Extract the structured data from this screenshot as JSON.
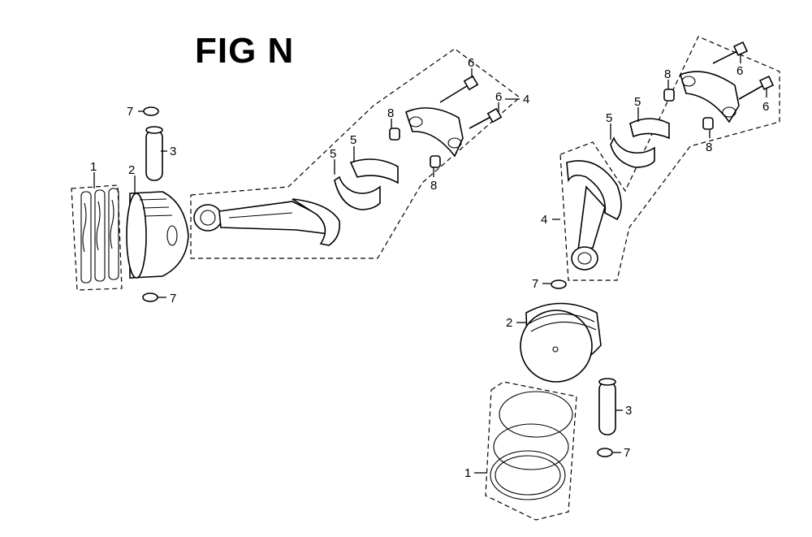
{
  "figure": {
    "title": "FIG N"
  },
  "callouts": {
    "ring_set": "1",
    "piston": "2",
    "piston_pin": "3",
    "connecting_rod_assy": "4",
    "rod_bearing": "5",
    "rod_bolt": "6",
    "pin_clip": "7",
    "dowel_pin": "8"
  }
}
